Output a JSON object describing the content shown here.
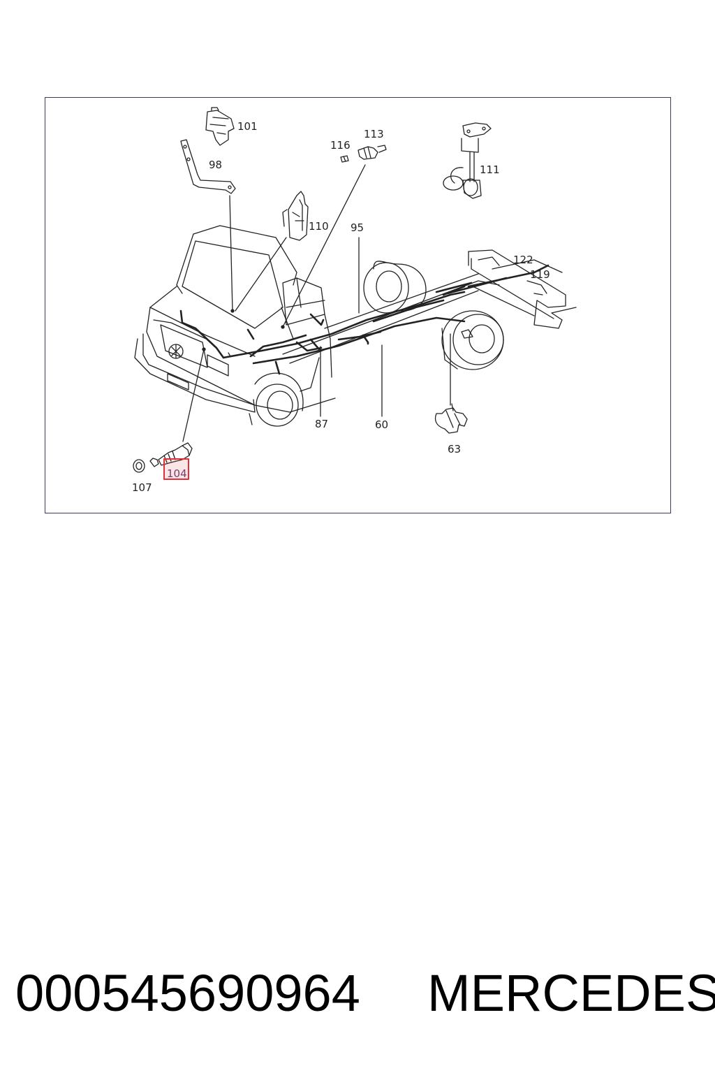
{
  "diagram": {
    "callouts": {
      "c101": "101",
      "c98": "98",
      "c116": "116",
      "c113": "113",
      "c111": "111",
      "c110": "110",
      "c95": "95",
      "c122": "122",
      "c119": "119",
      "c87": "87",
      "c60": "60",
      "c63": "63",
      "c104": "104",
      "c107": "107"
    },
    "highlighted_callout": "104",
    "highlight_color": "#e0303a"
  },
  "footer": {
    "part_number": "000545690964",
    "brand": "MERCEDES"
  }
}
